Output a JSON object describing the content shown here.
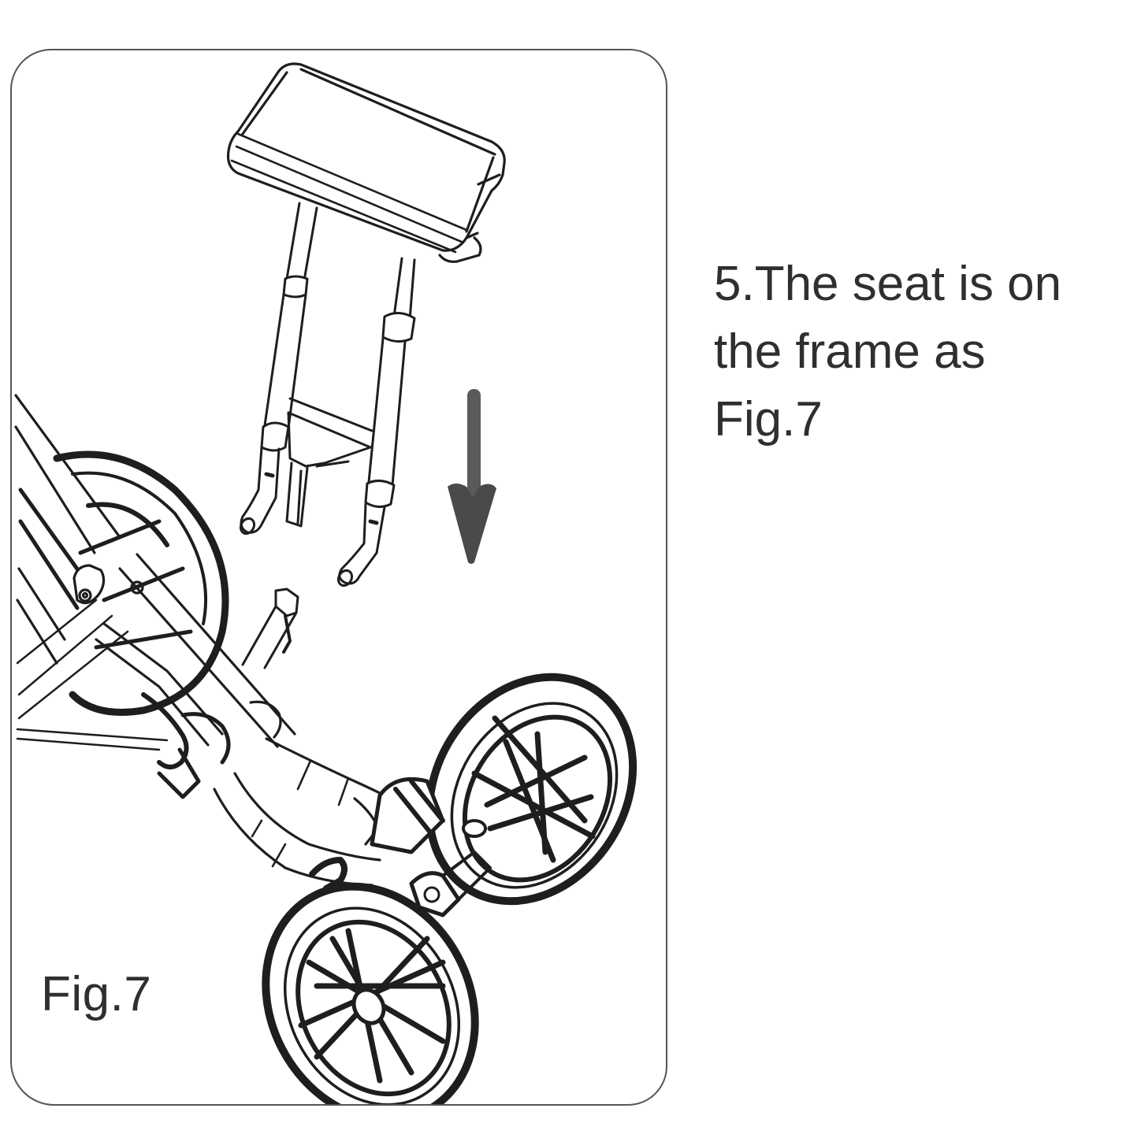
{
  "figure": {
    "caption": "Fig.7",
    "description": "Line drawing of a stroller seat being lowered onto the wheeled frame, with a downward arrow indicating the direction",
    "arrow": {
      "direction": "down",
      "color": "#555555"
    },
    "components": [
      "seat-cushion",
      "seat-support-tubes",
      "seat-mount-hooks",
      "frame-mount-socket",
      "rear-wheel-left",
      "front-wheel-upper",
      "front-wheel-lower",
      "curved-frame-tube",
      "fold-hinge"
    ]
  },
  "instruction": {
    "step_number": "5.",
    "lines": [
      "5.The seat is on",
      "the frame as",
      "Fig.7"
    ]
  },
  "colors": {
    "ink": "#2f2f2f",
    "frame_border": "#555555",
    "background": "#ffffff"
  }
}
